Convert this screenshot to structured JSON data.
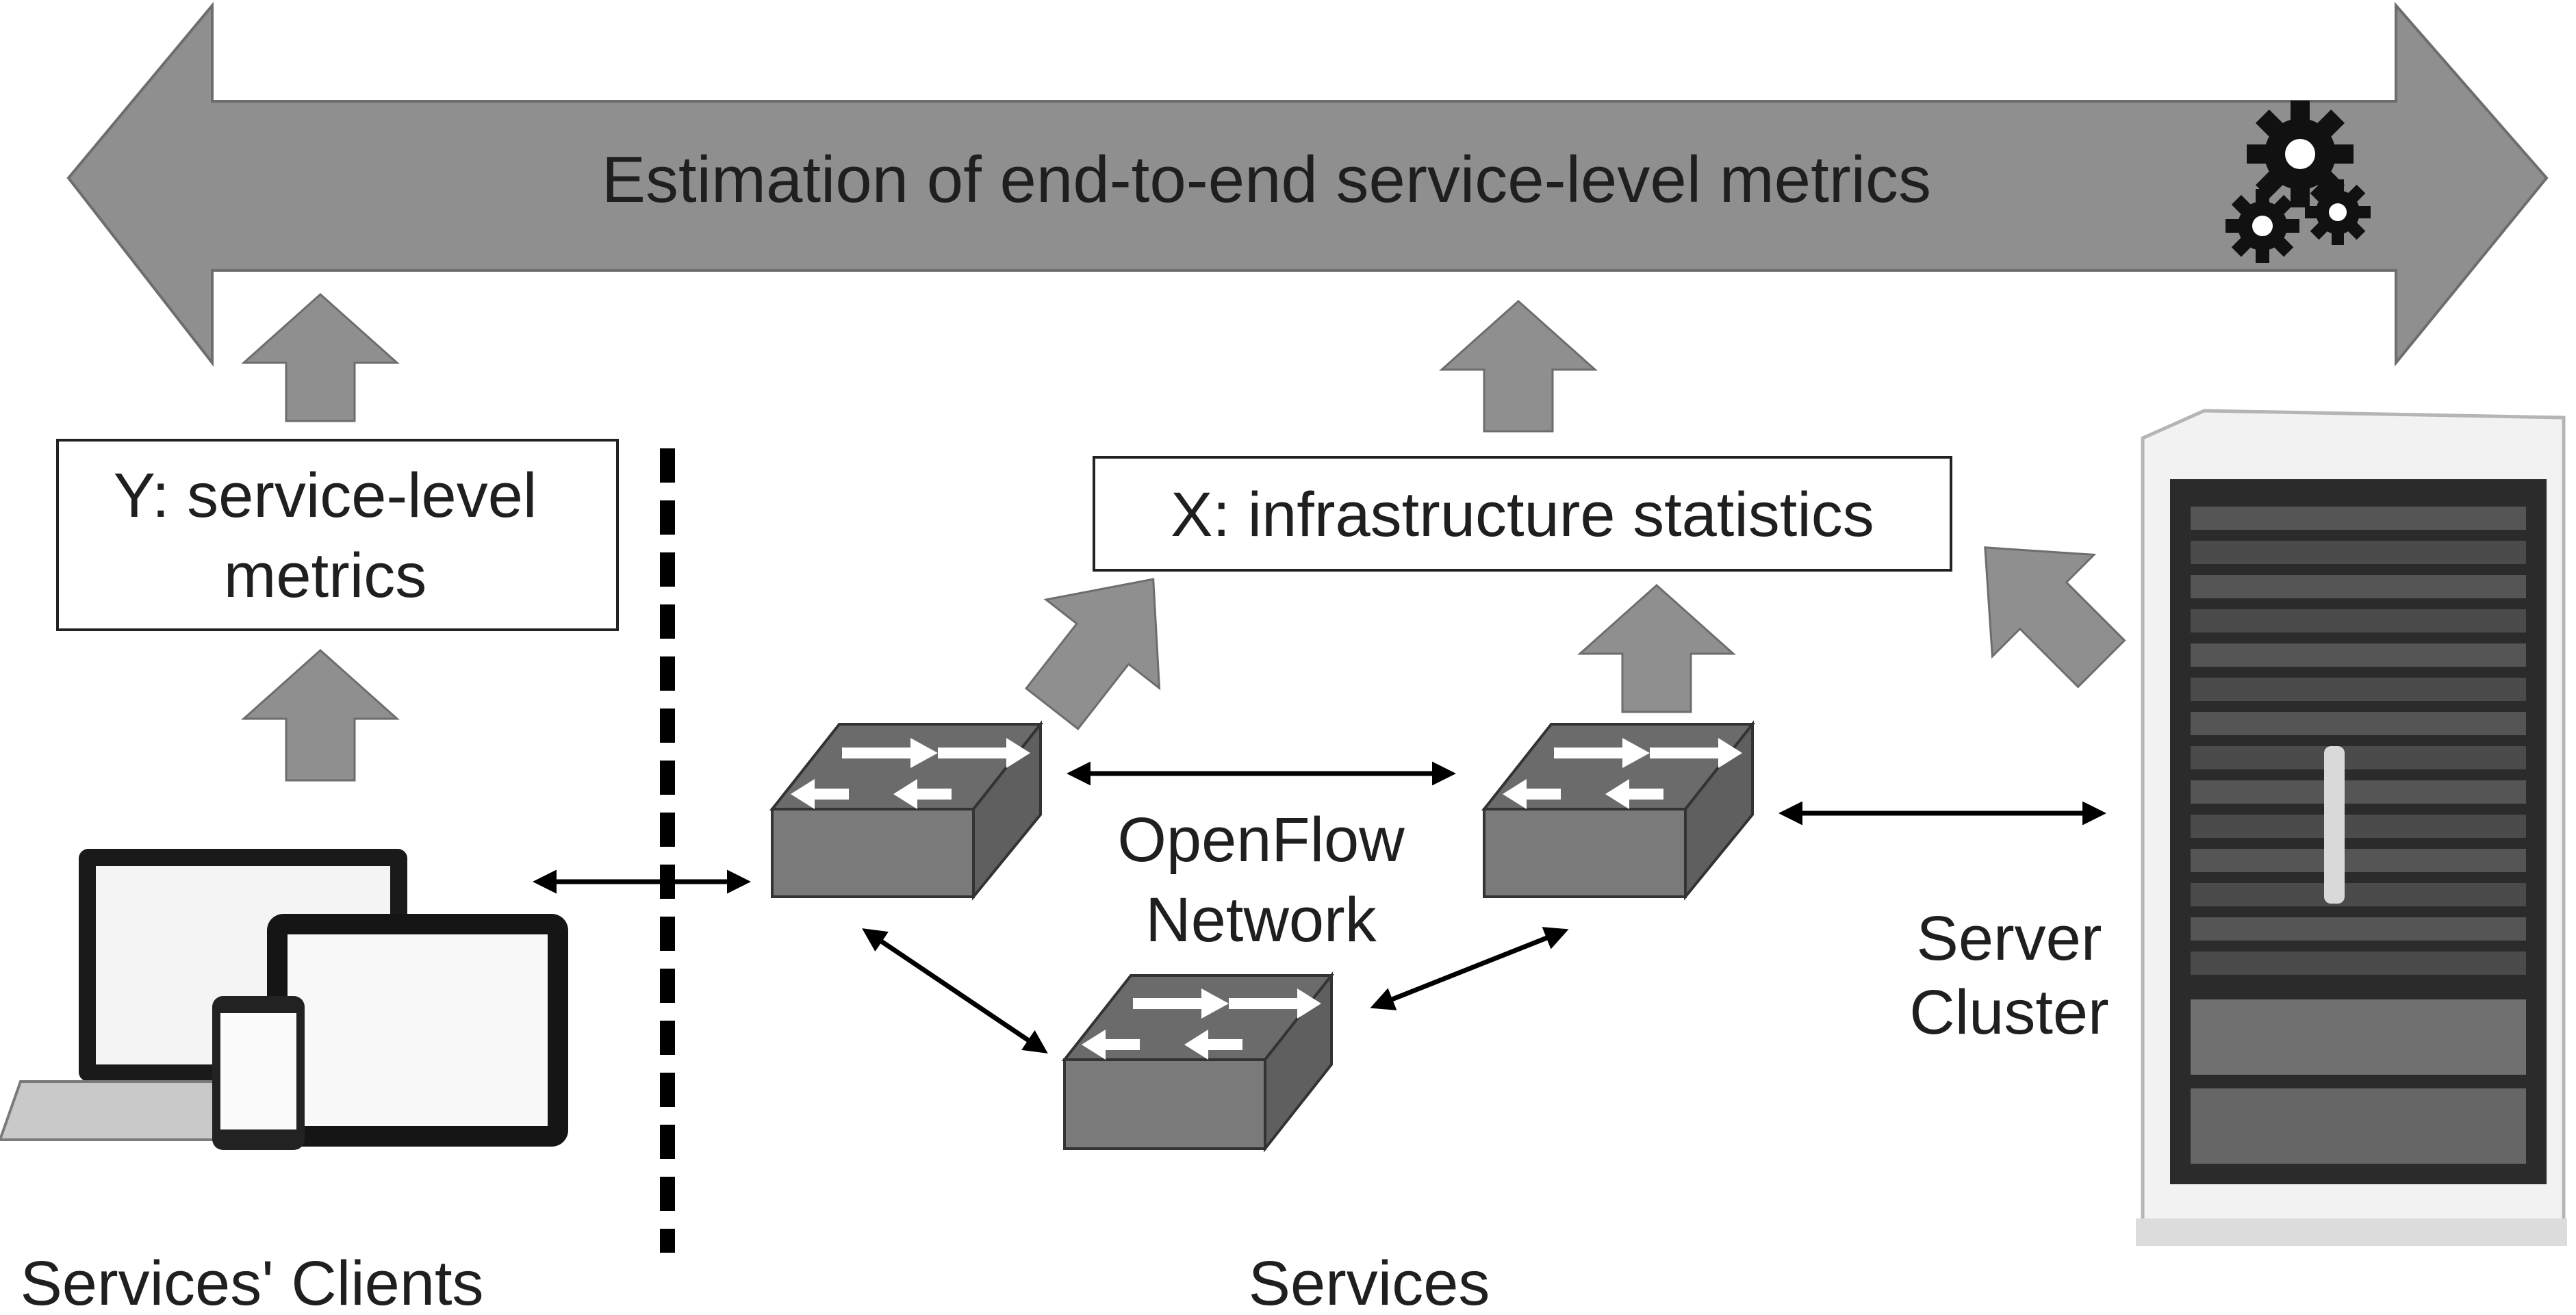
{
  "banner": {
    "text": "Estimation of end-to-end service-level metrics",
    "icon": "gears-icon",
    "color": "#8f8f8f"
  },
  "boxes": {
    "y_label_line1": "Y: service-level",
    "y_label_line2": "metrics",
    "x_label": "X: infrastructure statistics"
  },
  "labels": {
    "network_line1": "OpenFlow",
    "network_line2": "Network",
    "cluster_line1": "Server",
    "cluster_line2": "Cluster",
    "clients": "Services' Clients",
    "services": "Services"
  },
  "colors": {
    "arrow_gray": "#8f8f8f",
    "switch_front": "#7a7a7a",
    "switch_top": "#6b6b6b",
    "text": "#1f1f1f"
  }
}
